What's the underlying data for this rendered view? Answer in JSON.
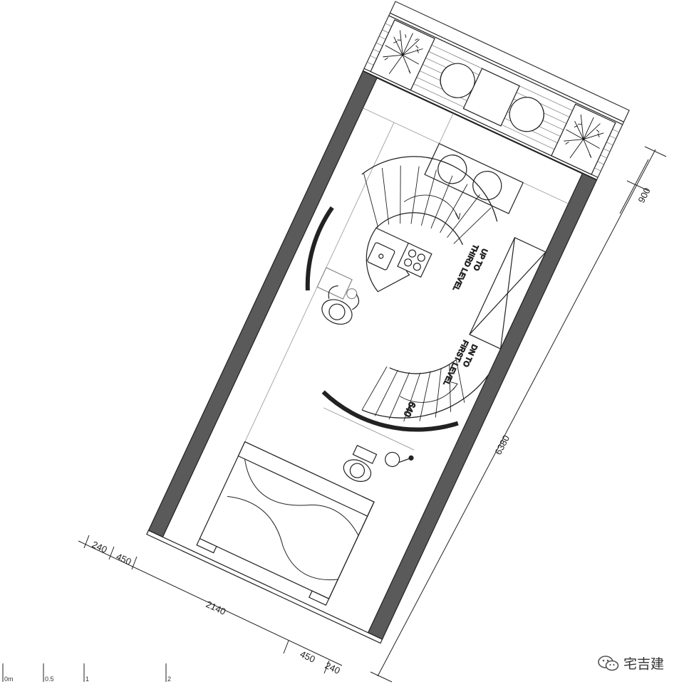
{
  "dimensions": {
    "width_right": "900",
    "length_right": "6380",
    "top_left_240": "240",
    "top_left_450": "450",
    "overall_2140": "2140",
    "bottom_450": "450",
    "bottom_240": "240",
    "stair_640": "640"
  },
  "annotations": {
    "up_line1": "UP TO",
    "up_line2": "THIRD LEVEL",
    "dn_line1": "DN TO",
    "dn_line2": "FIRST LEVEL"
  },
  "scale_bar": {
    "labels": [
      "0m",
      "0.5",
      "1",
      "2"
    ]
  },
  "watermark": {
    "text": "宅吉建",
    "icon": "wechat-icon"
  }
}
